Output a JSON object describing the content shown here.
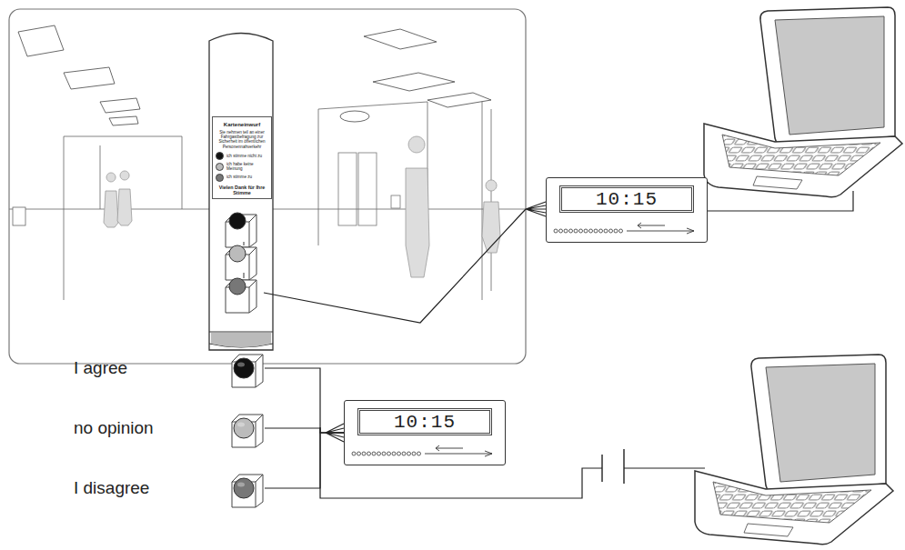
{
  "diagram": {
    "nodes": [
      {
        "text": [
          "Karteneinwurf",
          "Sie nehmen teil an einer Fahrgastbefragung zur Sicherheit im öffentlichen Personennahverkehr",
          "ich stimme nicht zu",
          "ich habe keine Meinung",
          "ich stimme zu",
          "Vielen Dank für Ihre Stimme"
        ]
      },
      {
        "text": [
          "10:15"
        ]
      },
      {
        "text": [
          "10:15"
        ]
      },
      {
        "text": [
          "I agree"
        ]
      },
      {
        "text": [
          "no opinion"
        ]
      },
      {
        "text": [
          "I disagree"
        ]
      }
    ],
    "edges": [
      {
        "from": 3,
        "to": 2,
        "arrow": "none"
      },
      {
        "from": 4,
        "to": 2,
        "arrow": "none"
      },
      {
        "from": 5,
        "to": 2,
        "arrow": "none"
      }
    ]
  }
}
